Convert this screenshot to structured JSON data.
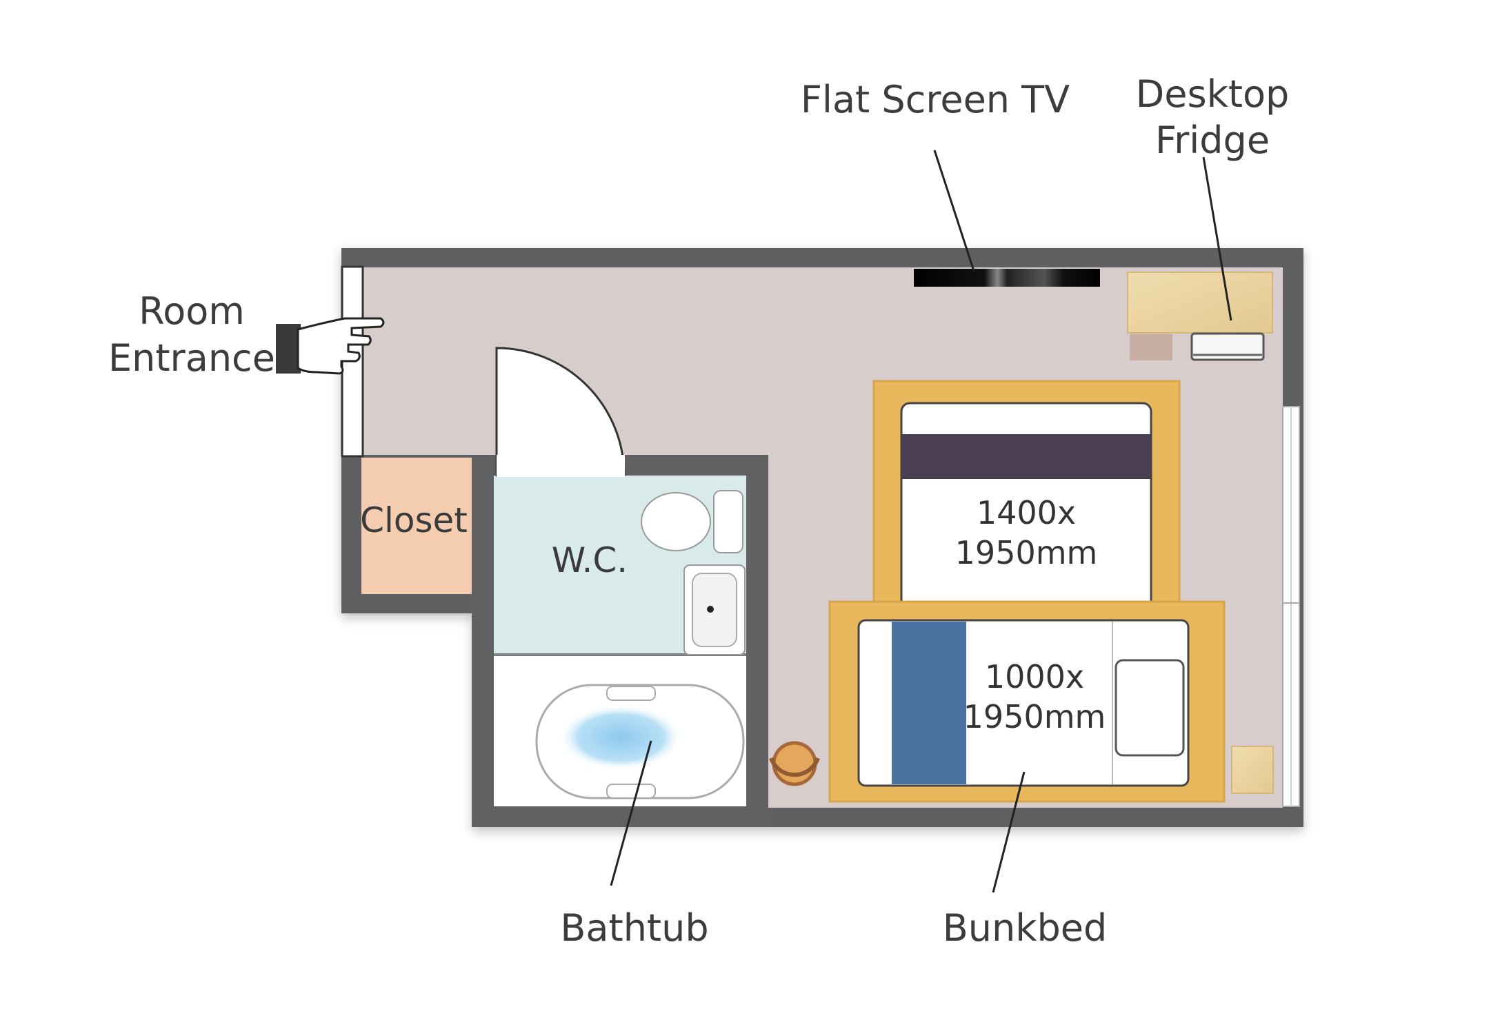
{
  "labels": {
    "room_entrance_line1": "Room",
    "room_entrance_line2": "Entrance",
    "flat_screen_tv": "Flat Screen TV",
    "desktop_fridge_line1": "Desktop",
    "desktop_fridge_line2": "Fridge",
    "closet": "Closet",
    "wc": "W.C.",
    "bathtub": "Bathtub",
    "bunkbed": "Bunkbed"
  },
  "beds": {
    "double_line1": "1400x",
    "double_line2": "1950mm",
    "single_line1": "1000x",
    "single_line2": "1950mm"
  },
  "colors": {
    "wall": "#616164",
    "floor": "#d6cdcc",
    "closet": "#f4cdb0",
    "wc_floor": "#d8eaea",
    "bed_frame": "#eab85c",
    "duvet_band": "#4a3f52",
    "blue_blanket": "#4a72a0",
    "wood": "#ecd7a8"
  }
}
